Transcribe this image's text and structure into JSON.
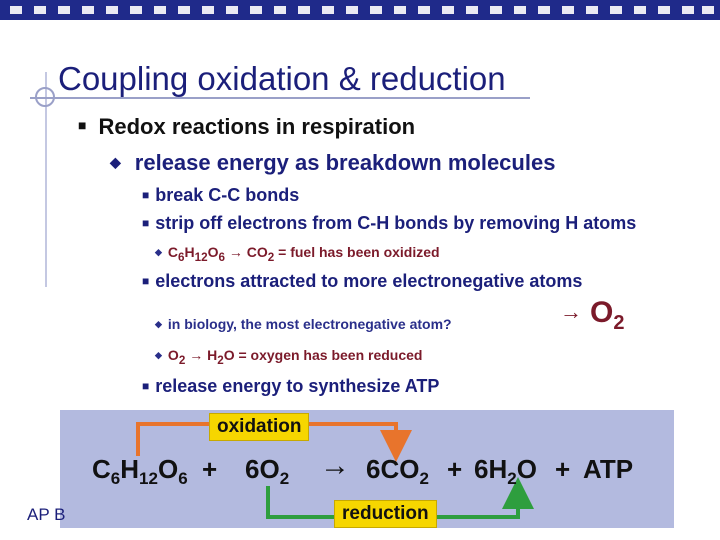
{
  "slide": {
    "title": "Coupling oxidation & reduction",
    "level1": "Redox reactions in respiration",
    "level2": "release energy as breakdown molecules",
    "level3_a": "break C-C bonds",
    "level3_b": "strip off electrons from C-H bonds by removing H atoms",
    "level4_a_formula_c": "C",
    "level4_a_formula_c_sub": "6",
    "level4_a_formula_h": "H",
    "level4_a_formula_h_sub": "12",
    "level4_a_formula_o": "O",
    "level4_a_formula_o_sub": "6",
    "level4_a_arrow": "→",
    "level4_a_product": "CO",
    "level4_a_product_sub": "2",
    "level4_a_note": "= fuel has been oxidized",
    "level3_c": "electrons attracted to more electronegative atoms",
    "level4_b": "in biology, the most electronegative atom?",
    "answer_arrow": "→",
    "answer": "O",
    "answer_sub": "2",
    "level4_c_o": "O",
    "level4_c_o_sub": "2",
    "level4_c_arrow": "→",
    "level4_c_h": "H",
    "level4_c_h_sub": "2",
    "level4_c_rest": "O = oxygen has been reduced",
    "level3_d": "release energy to synthesize ATP"
  },
  "equation": {
    "c": "C",
    "c_sub": "6",
    "h": "H",
    "h_sub": "12",
    "o": "O",
    "o_sub": "6",
    "plus1": "+",
    "o2": "6O",
    "o2_sub": "2",
    "arrow": "→",
    "co2": "6CO",
    "co2_sub": "2",
    "plus2": "+",
    "h2o_h": "6H",
    "h2o_sub": "2",
    "h2o_o": "O",
    "plus3": "+",
    "atp": "ATP",
    "oxidation_label": "oxidation",
    "reduction_label": "reduction"
  },
  "footer": "AP B",
  "colors": {
    "title": "#1b1f7a",
    "band": "#1f2a8a",
    "maroon": "#7b1a2a",
    "panel": "#b3badf",
    "tag": "#f6d600",
    "oxidation_arrow": "#e8742c",
    "reduction_arrow": "#2e9e3e"
  }
}
